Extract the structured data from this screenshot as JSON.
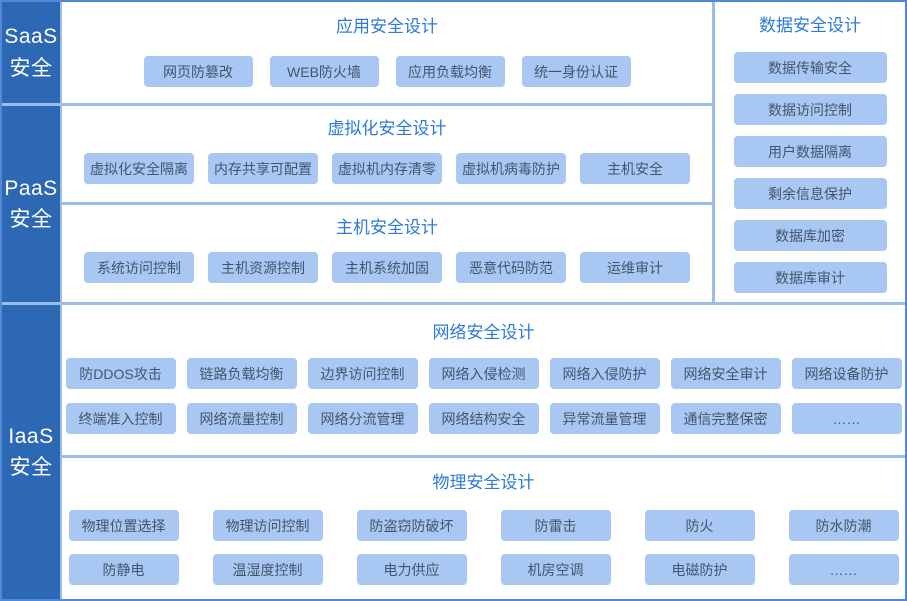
{
  "diagram": {
    "sidebar": {
      "items": [
        {
          "line1": "SaaS",
          "line2": "安全"
        },
        {
          "line1": "PaaS",
          "line2": "安全"
        },
        {
          "line1": "IaaS",
          "line2": "安全"
        }
      ]
    },
    "app": {
      "title": "应用安全设计",
      "items": [
        "网页防篡改",
        "WEB防火墙",
        "应用负载均衡",
        "统一身份认证"
      ]
    },
    "virtualization": {
      "title": "虚拟化安全设计",
      "items": [
        "虚拟化安全隔离",
        "内存共享可配置",
        "虚拟机内存清零",
        "虚拟机病毒防护",
        "主机安全"
      ]
    },
    "host": {
      "title": "主机安全设计",
      "items": [
        "系统访问控制",
        "主机资源控制",
        "主机系统加固",
        "恶意代码防范",
        "运维审计"
      ]
    },
    "data_security": {
      "title": "数据安全设计",
      "items": [
        "数据传输安全",
        "数据访问控制",
        "用户数据隔离",
        "剩余信息保护",
        "数据库加密",
        "数据库审计"
      ]
    },
    "network": {
      "title": "网络安全设计",
      "row1": [
        "防DDOS攻击",
        "链路负载均衡",
        "边界访问控制",
        "网络入侵检测",
        "网络入侵防护",
        "网络安全审计",
        "网络设备防护"
      ],
      "row2": [
        "终端准入控制",
        "网络流量控制",
        "网络分流管理",
        "网络结构安全",
        "异常流量管理",
        "通信完整保密",
        "……"
      ]
    },
    "physical": {
      "title": "物理安全设计",
      "row1": [
        "物理位置选择",
        "物理访问控制",
        "防盗窃防破坏",
        "防雷击",
        "防火",
        "防水防潮"
      ],
      "row2": [
        "防静电",
        "温湿度控制",
        "电力供应",
        "机房空调",
        "电磁防护",
        "……"
      ]
    }
  },
  "colors": {
    "sidebar_block": "#2d68b5",
    "chip_bg": "#a8c8f3",
    "chip_text": "#44546e",
    "title": "#2b7ad9",
    "divider": "#9bbde8",
    "outer_border": "#5388d6"
  }
}
